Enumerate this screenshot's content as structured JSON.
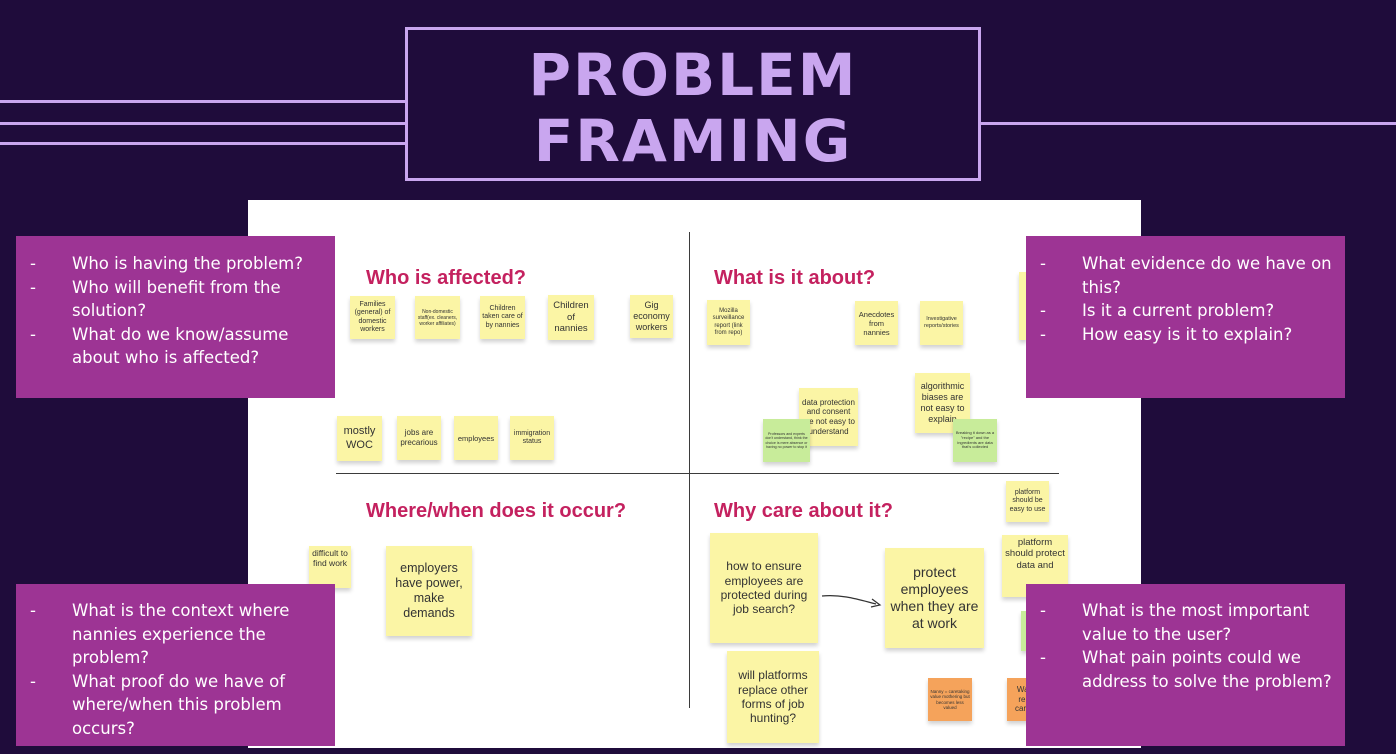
{
  "title": {
    "line1": "PROBLEM",
    "line2": "FRAMING"
  },
  "headings": {
    "who": "Who is affected?",
    "what": "What is it about?",
    "where": "Where/when does it occur?",
    "why": "Why care about it?"
  },
  "notes": {
    "families": "Families (general) of domestic workers",
    "non_domestic": "Non-domestic staff(ex. cleaners, worker affiliates)",
    "children_nannies_care": "Children taken care of by nannies",
    "children_of_nannies": "Children of nannies",
    "gig": "Gig economy workers",
    "mostly_woc": "mostly WOC",
    "jobs_precarious": "jobs are precarious",
    "employees": "employees",
    "immigration": "immigration status",
    "mozilla": "Mozilla surveillance report (link from repo)",
    "anecdotes": "Anecdotes from nannies",
    "investigative": "Investigative reports/stories",
    "algorithmic": "algorithmic biases are not easy to explain",
    "data_protection": "data protection and consent are not easy to understand",
    "professors": "Professors and experts don't understand, think the choice is mere absence or having no power to stop it",
    "breaking": "Breaking it down as a \"recipe\" and the ingredients are data that's collected",
    "difficult": "difficult to find work",
    "employers": "employers have power, make demands",
    "how_to_ensure": "how to ensure employees are protected during job search?",
    "protect": "protect employees when they are at work",
    "platforms_replace": "will platforms replace other forms of job hunting?",
    "platform_easy": "platform should be easy to use",
    "platform_protect": "platform should protect data and",
    "nanny": "Nanny = caretaking value mothering but becomes less valued",
    "wa": "Wa rei care"
  },
  "questions": {
    "top_left": [
      "Who is having the problem?",
      "Who will benefit from the solution?",
      "What do we know/assume about who is affected?"
    ],
    "top_right": [
      "What evidence do we have on this?",
      "Is it a current problem?",
      "How easy is it to explain?"
    ],
    "bottom_left": [
      "What is the context where nannies experience the problem?",
      "What proof do we have of where/when this problem occurs?"
    ],
    "bottom_right": [
      "What is the most important value to the user?",
      "What pain points could we address to solve the problem?"
    ]
  }
}
